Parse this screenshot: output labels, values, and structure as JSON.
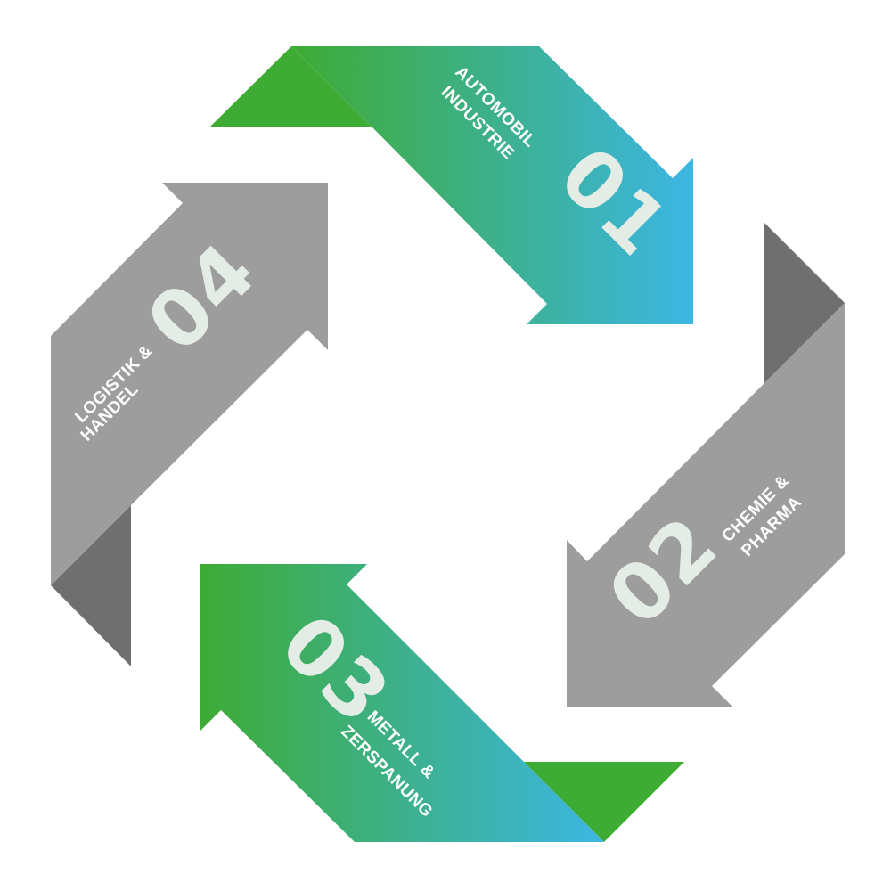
{
  "colors": {
    "green": "#3eab35",
    "blue": "#3cb6e4",
    "gray": "#9d9d9d",
    "dark_gray": "#6f6f6f",
    "number_text": "#e4ece6",
    "label_text": "#ffffff"
  },
  "segments": [
    {
      "number": "01",
      "label_line1": "AUTOMOBIL",
      "label_line2": "INDUSTRIE"
    },
    {
      "number": "02",
      "label_line1": "CHEMIE &",
      "label_line2": "PHARMA"
    },
    {
      "number": "03",
      "label_line1": "METALL &",
      "label_line2": "ZERSPANUNG"
    },
    {
      "number": "04",
      "label_line1": "LOGISTIK &",
      "label_line2": "HANDEL"
    }
  ]
}
